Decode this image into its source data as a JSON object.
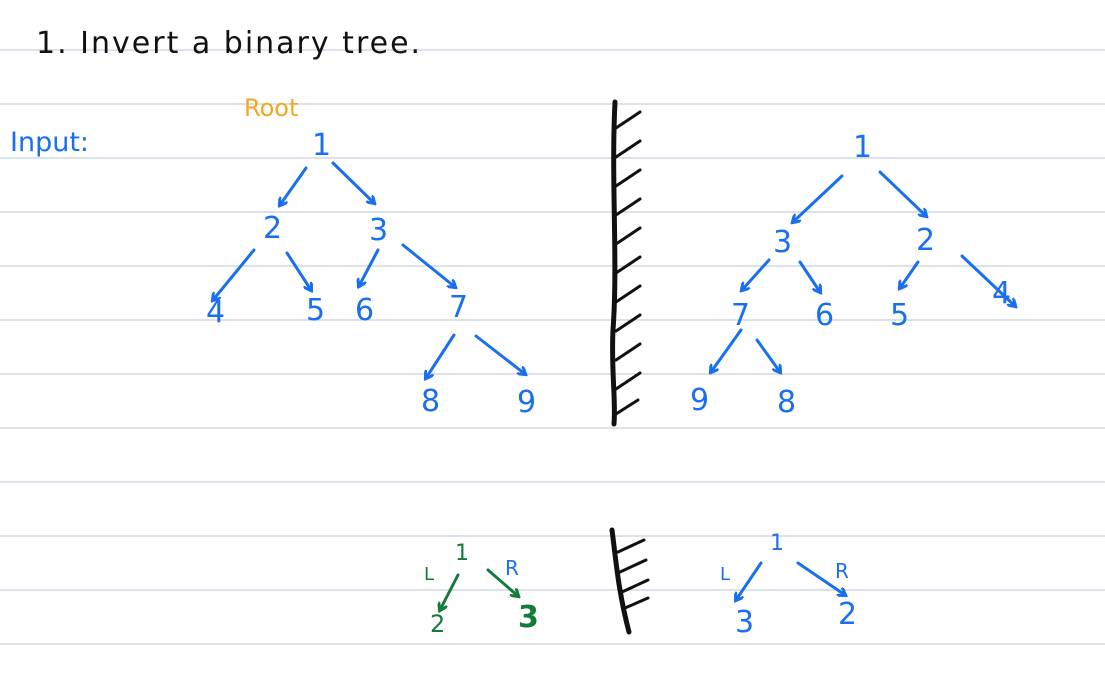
{
  "heading": "1. Invert a binary tree.",
  "root_label": "Root",
  "input_label": "Input:",
  "colors": {
    "ruled_line": "#b9c6d3",
    "ink_black": "#111111",
    "ink_blue": "#1a6ff0",
    "ink_orange": "#f5a623",
    "ink_green": "#167a3a"
  },
  "input_tree": {
    "nodes": [
      "1",
      "2",
      "3",
      "4",
      "5",
      "6",
      "7",
      "8",
      "9"
    ]
  },
  "inverted_tree": {
    "nodes": [
      "1",
      "3",
      "2",
      "7",
      "6",
      "5",
      "4",
      "9",
      "8"
    ]
  },
  "small_example": {
    "nodes": [
      "1",
      "2",
      "3"
    ],
    "left_label": "L",
    "right_label": "R"
  },
  "small_inverted": {
    "nodes": [
      "1",
      "3",
      "2"
    ],
    "left_label": "L",
    "right_label": "R"
  }
}
